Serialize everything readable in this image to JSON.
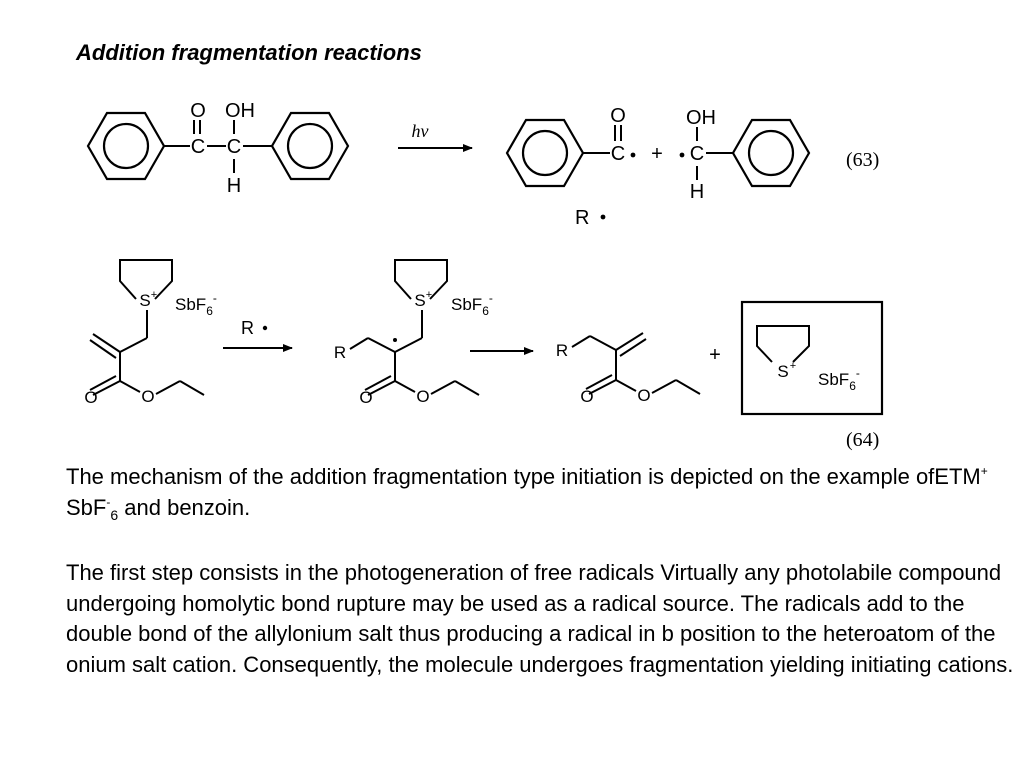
{
  "title": "Addition fragmentation reactions",
  "scheme": {
    "eq63_label": "(63)",
    "eq64_label": "(64)",
    "hv_label": "hν",
    "radical_label": "R",
    "atom_O": "O",
    "atom_OH": "OH",
    "atom_C": "C",
    "atom_H": "H",
    "atom_S": "S",
    "atom_R": "R",
    "plus": "+",
    "counterion_main": "SbF",
    "counterion_sub": "6",
    "counterion_sup": "-"
  },
  "paragraph1": {
    "text_before": "The mechanism of the addition fragmentation type initiation is depicted on the example ofETM",
    "etm_charge": "+",
    "salt": " SbF",
    "salt_charge": "-",
    "salt_sub": "6",
    "text_after": " and benzoin."
  },
  "paragraph2": "The first step consists in the photogeneration of free radicals Virtually any photolabile compound undergoing homolytic bond rupture may be used as a radical source. The radicals add to the double bond of the allylonium salt thus producing a radical in b position to the heteroatom of the onium salt cation. Consequently, the molecule undergoes fragmentation yielding initiating cations."
}
